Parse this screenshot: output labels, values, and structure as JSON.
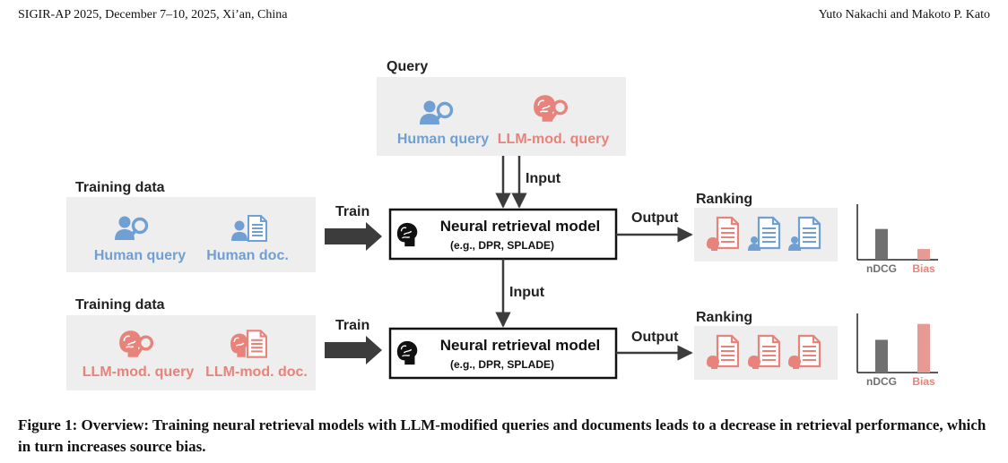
{
  "header": {
    "venue": "SIGIR-AP 2025, December 7–10, 2025, Xi’an, China",
    "authors": "Yuto Nakachi and Makoto P. Kato"
  },
  "colors": {
    "human": "#6f9fd3",
    "llm": "#e7837a",
    "panel": "#eeeeee",
    "dark": "#3c3c3c",
    "bar_gray": "#707070",
    "bar_pink": "#e79a94"
  },
  "figure": {
    "query_title": "Query",
    "query_human": "Human query",
    "query_llm": "LLM-mod. query",
    "input_label": "Input",
    "top": {
      "training_title": "Training data",
      "item1": "Human query",
      "item2": "Human doc.",
      "train_label": "Train",
      "model_title": "Neural retrieval model",
      "model_sub": "(e.g., DPR, SPLADE)",
      "output_label": "Output",
      "ranking_title": "Ranking",
      "icons": [
        "llm-doc-icon",
        "human-doc-icon",
        "human-doc-icon"
      ]
    },
    "bottom": {
      "training_title": "Training data",
      "item1": "LLM-mod. query",
      "item2": "LLM-mod. doc.",
      "train_label": "Train",
      "model_title": "Neural retrieval model",
      "model_sub": "(e.g., DPR, SPLADE)",
      "output_label": "Output",
      "ranking_title": "Ranking",
      "icons": [
        "llm-doc-icon",
        "llm-doc-icon",
        "llm-doc-icon"
      ]
    }
  },
  "chart_data": [
    {
      "type": "bar",
      "categories": [
        "nDCG",
        "Bias"
      ],
      "values": [
        0.72,
        0.25
      ],
      "ylim": [
        0,
        1.3
      ]
    },
    {
      "type": "bar",
      "categories": [
        "nDCG",
        "Bias"
      ],
      "values": [
        0.72,
        1.07
      ],
      "ylim": [
        0,
        1.3
      ]
    }
  ],
  "caption": "Figure 1: Overview: Training neural retrieval models with LLM-modified queries and documents leads to a decrease in retrieval performance, which in turn increases source bias."
}
